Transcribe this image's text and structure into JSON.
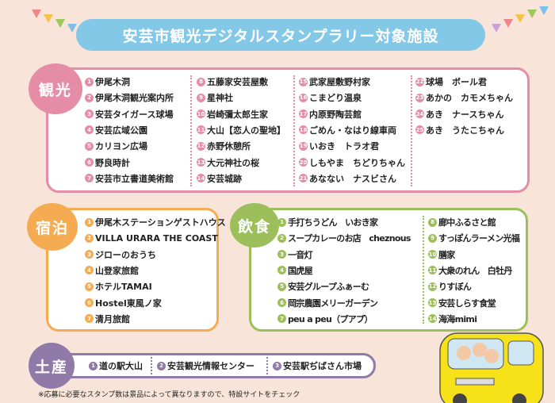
{
  "title": "安芸市観光デジタルスタンプラリー対象施設",
  "colors": {
    "kanko": "#e58ca6",
    "shukuhaku": "#f5ab52",
    "inshoku": "#9cbf5c",
    "dosan": "#8f7aa8",
    "banner": "#84c8e8"
  },
  "kanko": {
    "label": "観光",
    "items": [
      "伊尾木洞",
      "伊尾木洞観光案内所",
      "安芸タイガース球場",
      "安芸広域公園",
      "カリヨン広場",
      "野良時計",
      "安芸市立書道美術館",
      "五藤家安芸屋敷",
      "星神社",
      "岩崎彌太郎生家",
      "大山【恋人の聖地】",
      "赤野休憩所",
      "大元神社の桜",
      "安芸城跡",
      "武家屋敷野村家",
      "こまどり温泉",
      "内原野陶芸館",
      "ごめん・なはり線車両",
      "いおき　トラオ君",
      "しもやま　ちどりちゃん",
      "あなない　ナスビさん",
      "球場　ボール君",
      "あかの　カモメちゃん",
      "あき　ナースちゃん",
      "あき　うたこちゃん"
    ]
  },
  "shukuhaku": {
    "label": "宿泊",
    "items": [
      "伊尾木ステーションゲストハウス",
      "VILLA URARA THE COAST",
      "ジローのおうち",
      "山登家旅館",
      "ホテルTAMAI",
      "Hostel東風ノ家",
      "清月旅館"
    ]
  },
  "inshoku": {
    "label": "飲食",
    "items": [
      "手打ちうどん　いおき家",
      "スープカレーのお店　cheznous",
      "一音灯",
      "国虎屋",
      "安芸グループふぁーむ",
      "岡宗農園メリーガーデン",
      "peu a peu（プアプ）",
      "廊中ふるさと館",
      "すっぽんラーメン光福",
      "膳家",
      "大衆のれん　白牡丹",
      "りすぼん",
      "安芸しらす食堂",
      "海海mimi"
    ]
  },
  "dosan": {
    "label": "土産",
    "items": [
      "道の駅大山",
      "安芸観光情報センター",
      "安芸駅ぢばさん市場"
    ]
  },
  "footnote": "※応募に必要なスタンプ数は景品によって異なりますので、特設サイトをチェック"
}
